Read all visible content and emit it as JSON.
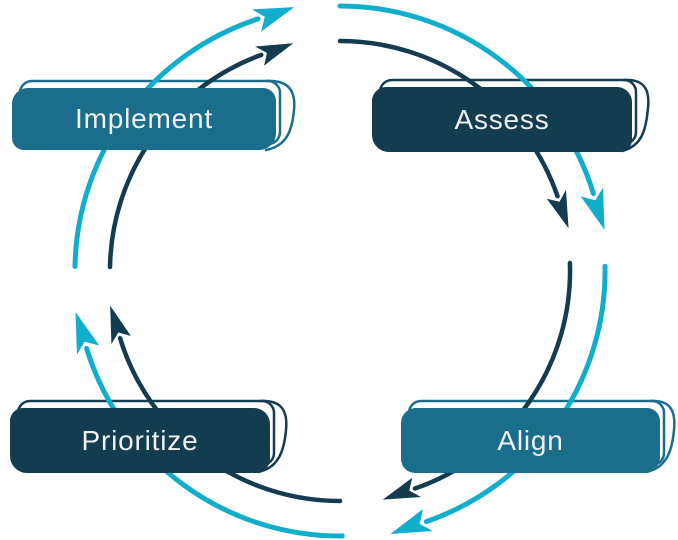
{
  "diagram": {
    "type": "cycle",
    "direction": "clockwise",
    "nodes": [
      {
        "label": "Implement",
        "fill": "#1A6D8B",
        "position": "top-left"
      },
      {
        "label": "Assess",
        "fill": "#143C50",
        "position": "top-right"
      },
      {
        "label": "Align",
        "fill": "#1A6D8B",
        "position": "bottom-right"
      },
      {
        "label": "Prioritize",
        "fill": "#143C50",
        "position": "bottom-left"
      }
    ],
    "sequence": [
      "Implement",
      "Assess",
      "Align",
      "Prioritize"
    ],
    "arrows": [
      {
        "from": "Implement",
        "to": "Assess",
        "styles": [
          "outer-cyan",
          "inner-navy"
        ]
      },
      {
        "from": "Assess",
        "to": "Align",
        "styles": [
          "outer-cyan",
          "inner-navy"
        ]
      },
      {
        "from": "Align",
        "to": "Prioritize",
        "styles": [
          "outer-cyan",
          "inner-navy"
        ]
      },
      {
        "from": "Prioritize",
        "to": "Implement",
        "styles": [
          "outer-cyan",
          "inner-navy"
        ]
      }
    ],
    "colors": {
      "outer_arrow": "#10AECB",
      "inner_arrow": "#143C50",
      "node_teal": "#1A6D8B",
      "node_navy": "#143C50",
      "label_text": "#EDF1F2",
      "background": "#FFFFFF"
    }
  }
}
